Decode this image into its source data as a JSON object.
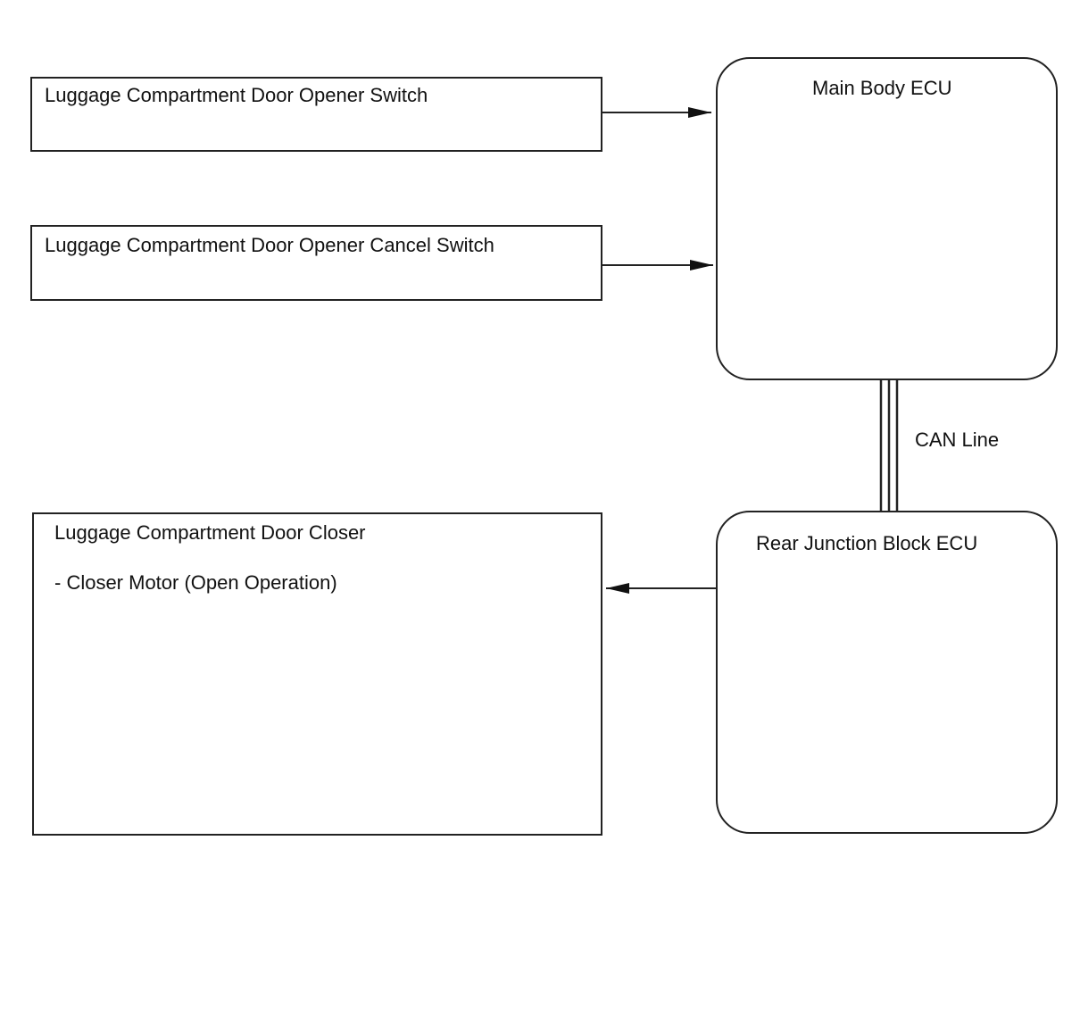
{
  "diagram": {
    "nodes": {
      "opener_switch": {
        "label": "Luggage Compartment Door Opener Switch"
      },
      "cancel_switch": {
        "label": "Luggage Compartment Door Opener Cancel Switch"
      },
      "door_closer": {
        "label": "Luggage Compartment Door Closer",
        "sublabel": "- Closer Motor (Open Operation)"
      },
      "main_body_ecu": {
        "label": "Main Body ECU"
      },
      "rear_junction_ecu": {
        "label": "Rear Junction Block ECU"
      }
    },
    "edges": {
      "can_line": {
        "label": "CAN Line"
      }
    },
    "colors": {
      "stroke": "#222222",
      "background": "#ffffff"
    }
  }
}
